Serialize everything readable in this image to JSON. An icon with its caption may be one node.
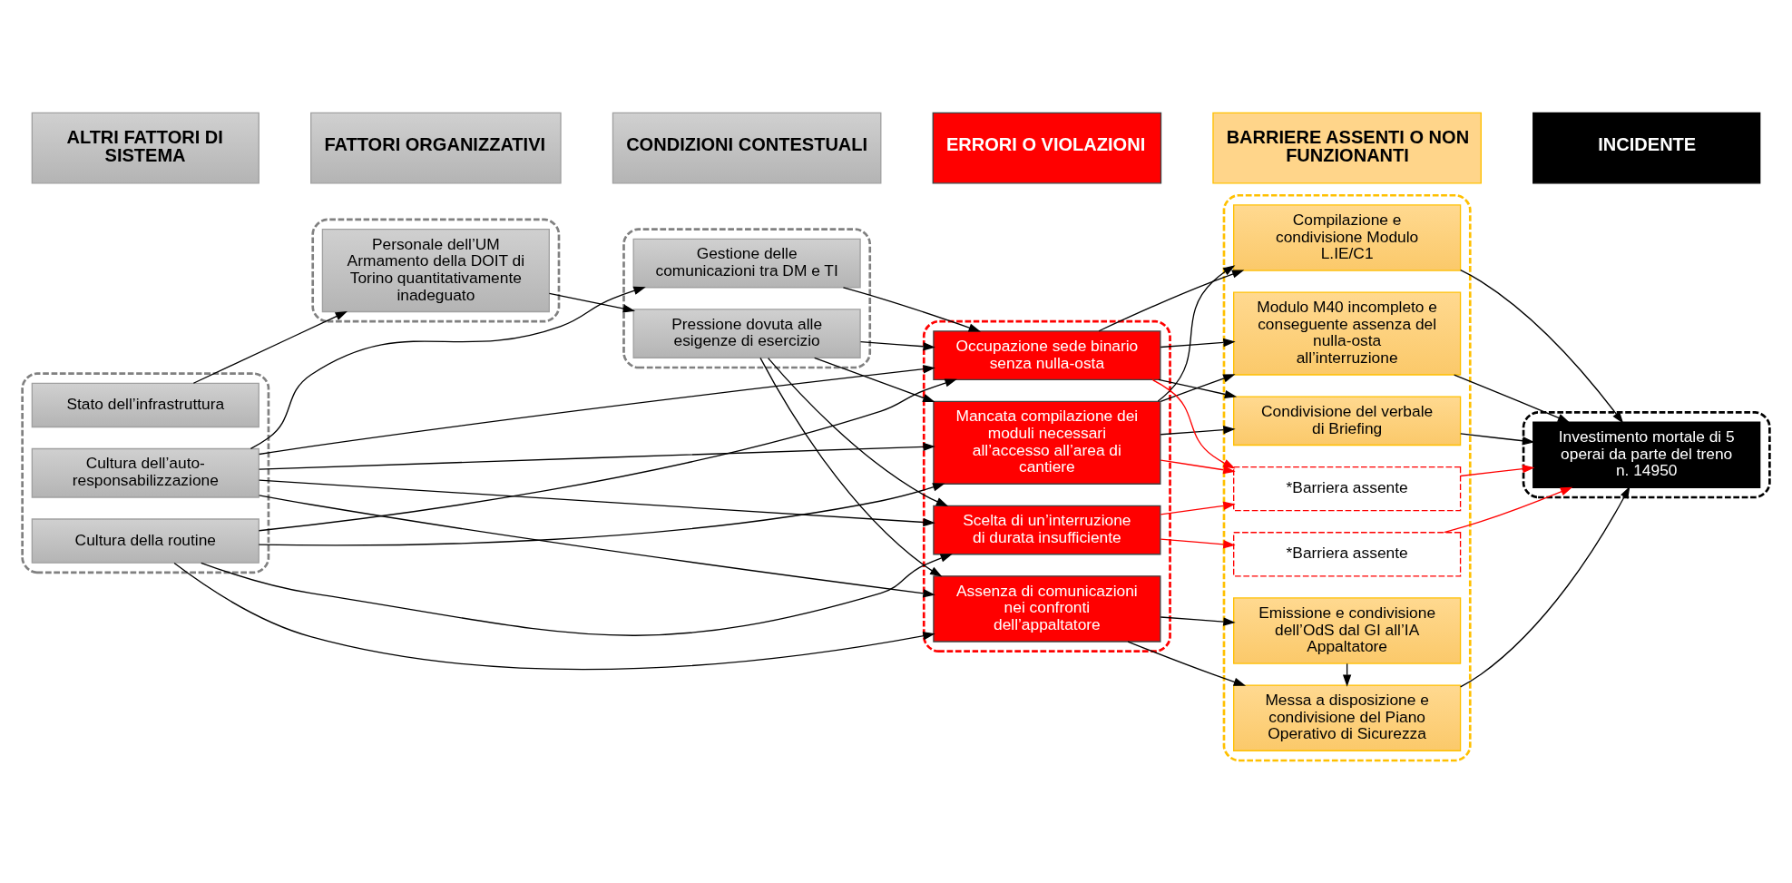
{
  "diagram": {
    "nodes": [
      {
        "text": [
          "ALTRI FATTORI DI SISTEMA"
        ]
      },
      {
        "text": [
          "FATTORI ORGANIZZATIVI"
        ]
      },
      {
        "text": [
          "CONDIZIONI CONTESTUALI"
        ]
      },
      {
        "text": [
          "ERRORI O VIOLAZIONI"
        ]
      },
      {
        "text": [
          "BARRIERE ASSENTI O NON FUNZIONANTI"
        ]
      },
      {
        "text": [
          "INCIDENTE"
        ]
      },
      {
        "text": [],
        "shape": "box"
      },
      {
        "text": [
          "Stato dell’infrastruttura"
        ],
        "in": 6
      },
      {
        "text": [
          "Cultura della routine"
        ],
        "in": 6
      },
      {
        "text": [
          "Cultura dell’auto-responsabilizzazione"
        ],
        "in": 6
      },
      {
        "text": [],
        "shape": "box"
      },
      {
        "text": [
          "Personale dell’UM Armamento della DOIT di Torino quantitativamente inadeguato"
        ],
        "in": 10
      },
      {
        "text": [],
        "shape": "box"
      },
      {
        "text": [
          "Pressione dovuta alle esigenze di esercizio"
        ],
        "in": 12
      },
      {
        "text": [
          "Gestione delle comunicazioni tra DM e TI"
        ],
        "in": 12
      },
      {
        "text": [],
        "shape": "box"
      },
      {
        "text": [
          "Assenza di comunicazioni nei confronti dell’appaltatore"
        ],
        "in": 15
      },
      {
        "text": [
          "Scelta di un’interruzione di durata insufficiente"
        ],
        "in": 15
      },
      {
        "text": [
          "Mancata compilazione dei moduli necessari all’accesso all’area di cantiere"
        ],
        "in": 15
      },
      {
        "text": [
          "Occupazione sede binario senza nulla-osta"
        ],
        "in": 15
      },
      {
        "text": [],
        "shape": "box"
      },
      {
        "text": [
          "Emissione e condivisione dell’OdS dal GI all’IA Appaltatore"
        ],
        "in": 20
      },
      {
        "text": [
          "Messa a disposizione e condivisione del Piano Operativo di Sicurezza"
        ],
        "in": 20
      },
      {
        "text": [
          "*Barriera assente"
        ],
        "in": 20
      },
      {
        "text": [
          "Compilazione e condivisione Modulo L.IE/C1"
        ],
        "in": 20
      },
      {
        "text": [
          "Modulo M40 incompleto e conseguente assenza del nulla-osta all’interruzione"
        ],
        "in": 20
      },
      {
        "text": [
          "Condivisione del verbale di Briefing"
        ],
        "in": 20
      },
      {
        "text": [
          "*Barriera assente"
        ],
        "in": 20
      },
      {
        "text": [],
        "shape": "box"
      },
      {
        "text": [
          "Investimento mortale di 5 operai da parte del treno n. 14950"
        ],
        "in": 28
      }
    ],
    "edges": [
      {
        "from": 7,
        "to": 11,
        "arrow": "to"
      },
      {
        "from": 11,
        "to": 13,
        "arrow": "to"
      },
      {
        "from": 13,
        "to": 16,
        "arrow": "to"
      },
      {
        "from": 13,
        "to": 17,
        "arrow": "to"
      },
      {
        "from": 13,
        "to": 18,
        "arrow": "to"
      },
      {
        "from": 13,
        "to": 19,
        "arrow": "to"
      },
      {
        "from": 8,
        "to": 16,
        "arrow": "to"
      },
      {
        "from": 8,
        "to": 17,
        "arrow": "to"
      },
      {
        "from": 8,
        "to": 18,
        "arrow": "to"
      },
      {
        "from": 8,
        "to": 19,
        "arrow": "to"
      },
      {
        "from": 9,
        "to": 16,
        "arrow": "to"
      },
      {
        "from": 9,
        "to": 17,
        "arrow": "to"
      },
      {
        "from": 9,
        "to": 18,
        "arrow": "to"
      },
      {
        "from": 9,
        "to": 19,
        "arrow": "to"
      },
      {
        "from": 9,
        "to": 14,
        "arrow": "to"
      },
      {
        "from": 14,
        "to": 19,
        "arrow": "to"
      },
      {
        "from": 16,
        "to": 21,
        "arrow": "to"
      },
      {
        "from": 16,
        "to": 22,
        "arrow": "to"
      },
      {
        "from": 21,
        "to": 22,
        "arrow": "to"
      },
      {
        "from": 17,
        "to": 23,
        "arrow": "to",
        "color": "#ff0000"
      },
      {
        "from": 17,
        "to": 27,
        "arrow": "to",
        "color": "#ff0000"
      },
      {
        "from": 18,
        "to": 27,
        "arrow": "to",
        "color": "#ff0000"
      },
      {
        "from": 19,
        "to": 27,
        "arrow": "to",
        "color": "#ff0000"
      },
      {
        "from": 18,
        "to": 24,
        "arrow": "to"
      },
      {
        "from": 18,
        "to": 25,
        "arrow": "to"
      },
      {
        "from": 18,
        "to": 26,
        "arrow": "to"
      },
      {
        "from": 19,
        "to": 24,
        "arrow": "to"
      },
      {
        "from": 19,
        "to": 25,
        "arrow": "to"
      },
      {
        "from": 19,
        "to": 26,
        "arrow": "to"
      },
      {
        "from": 22,
        "to": 29,
        "arrow": "to"
      },
      {
        "from": 24,
        "to": 29,
        "arrow": "to"
      },
      {
        "from": 25,
        "to": 29,
        "arrow": "to"
      },
      {
        "from": 26,
        "to": 29,
        "arrow": "to"
      },
      {
        "from": 23,
        "to": 29,
        "arrow": "to",
        "color": "#ff0000"
      },
      {
        "from": 27,
        "to": 29,
        "arrow": "to",
        "color": "#ff0000"
      }
    ]
  }
}
